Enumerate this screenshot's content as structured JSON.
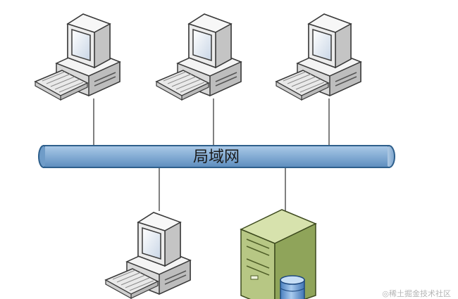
{
  "network": {
    "bus_label": "局域网",
    "nodes": [
      {
        "type": "computer",
        "position": "top"
      },
      {
        "type": "computer",
        "position": "top"
      },
      {
        "type": "computer",
        "position": "top"
      },
      {
        "type": "computer",
        "position": "bottom"
      },
      {
        "type": "server",
        "position": "bottom"
      }
    ]
  },
  "watermark": "◎稀土掘金技术社区",
  "colors": {
    "bus_fill": "#84acd4",
    "bus_stroke": "#2e5f8c",
    "server_fill": "#b7c784",
    "database_fill": "#6fa0d6"
  },
  "icons": [
    "computer-icon",
    "server-icon",
    "database-icon"
  ]
}
